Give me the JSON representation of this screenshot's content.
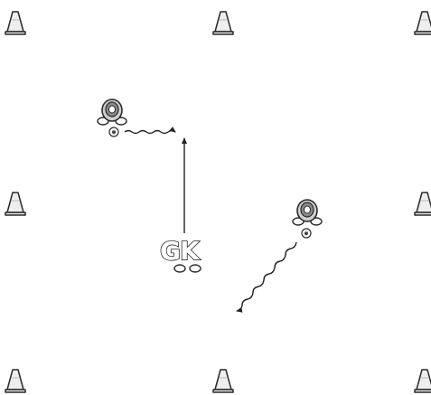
{
  "colors": {
    "background": "#ffffff",
    "outline": "#2a2a2a",
    "cone_fill": "#eeeeee",
    "player_fill": "#d8d8d8",
    "path": "#222222"
  },
  "diagram": {
    "cones_count": 8,
    "players_count": 2,
    "goalkeeper_label": "GK",
    "icons": [
      "cone-icon",
      "player-icon",
      "ball-icon",
      "goalkeeper-icon",
      "dribble-arrow",
      "run-arrow"
    ]
  }
}
